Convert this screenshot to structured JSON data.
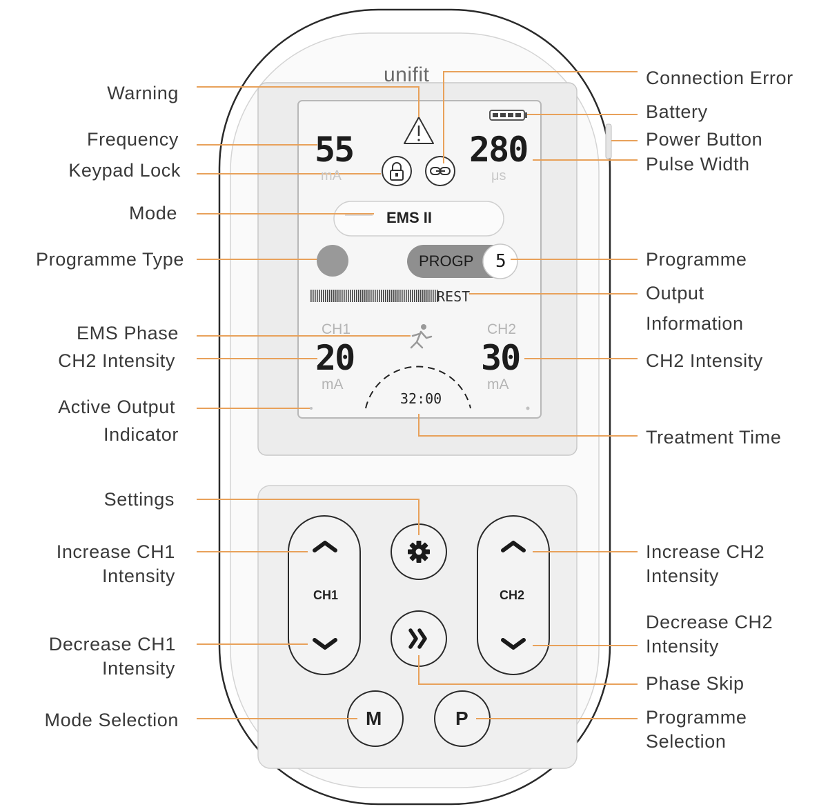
{
  "brand": "unifit",
  "screen": {
    "frequency_value": "55",
    "frequency_unit": "mA",
    "pulse_width_value": "280",
    "pulse_width_unit": "μs",
    "mode_text": "EMS II",
    "programme_tag": "PROGP",
    "programme_number": "5",
    "output_text": "REST",
    "ch1_label": "CH1",
    "ch1_value": "20",
    "ch1_unit": "mA",
    "ch2_label": "CH2",
    "ch2_value": "30",
    "ch2_unit": "mA",
    "timer": "32:00"
  },
  "buttons": {
    "ch1_label": "CH1",
    "ch2_label": "CH2",
    "mode_label": "M",
    "programme_label": "P"
  },
  "labels_left": {
    "warning": "Warning",
    "frequency": "Frequency",
    "keypad_lock": "Keypad Lock",
    "mode": "Mode",
    "programme_type": "Programme Type",
    "ems_phase": "EMS Phase",
    "ch2_intensity_left": "CH2 Intensity",
    "active_output_1": "Active Output",
    "active_output_2": "Indicator",
    "settings": "Settings",
    "increase_ch1_1": "Increase CH1",
    "increase_ch1_2": "Intensity",
    "decrease_ch1_1": "Decrease CH1",
    "decrease_ch1_2": "Intensity",
    "mode_selection": "Mode Selection"
  },
  "labels_right": {
    "connection_error": "Connection Error",
    "battery": "Battery",
    "power_button": "Power Button",
    "pulse_width": "Pulse Width",
    "programme": "Programme",
    "output_info_1": "Output",
    "output_info_2": "Information",
    "ch2_intensity": "CH2 Intensity",
    "treatment_time": "Treatment Time",
    "increase_ch2_1": "Increase CH2",
    "increase_ch2_2": "Intensity",
    "decrease_ch2_1": "Decrease CH2",
    "decrease_ch2_2": "Intensity",
    "phase_skip": "Phase Skip",
    "programme_selection_1": "Programme",
    "programme_selection_2": "Selection"
  },
  "colors": {
    "leader_line": "#e8a15a",
    "device_outline": "#2a2a2a",
    "screen_bg": "#f6f6f6",
    "pill_dark": "#8f8f8f"
  }
}
